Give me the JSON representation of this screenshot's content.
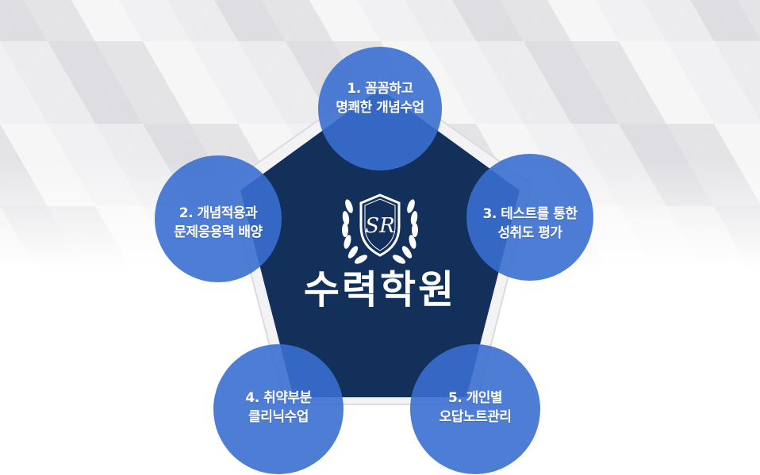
{
  "colors": {
    "pentagon_fill": "#13305a",
    "circle_fill": "#3a6fcf",
    "text": "#ffffff",
    "background_pattern": "#e9e9eb"
  },
  "center": {
    "brand_name": "수력학원",
    "emblem": {
      "monogram": "SR",
      "icon": "shield-laurel-emblem-icon"
    }
  },
  "nodes": [
    {
      "id": "1",
      "line1": "1. 꼼꼼하고",
      "line2": "명쾌한 개념수업"
    },
    {
      "id": "2",
      "line1": "2. 개념적용과",
      "line2": "문제응용력 배양"
    },
    {
      "id": "3",
      "line1": "3. 테스트를 통한",
      "line2": "성취도 평가"
    },
    {
      "id": "4",
      "line1": "4. 취약부분",
      "line2": "클리닉수업"
    },
    {
      "id": "5",
      "line1": "5. 개인별",
      "line2": "오답노트관리"
    }
  ]
}
